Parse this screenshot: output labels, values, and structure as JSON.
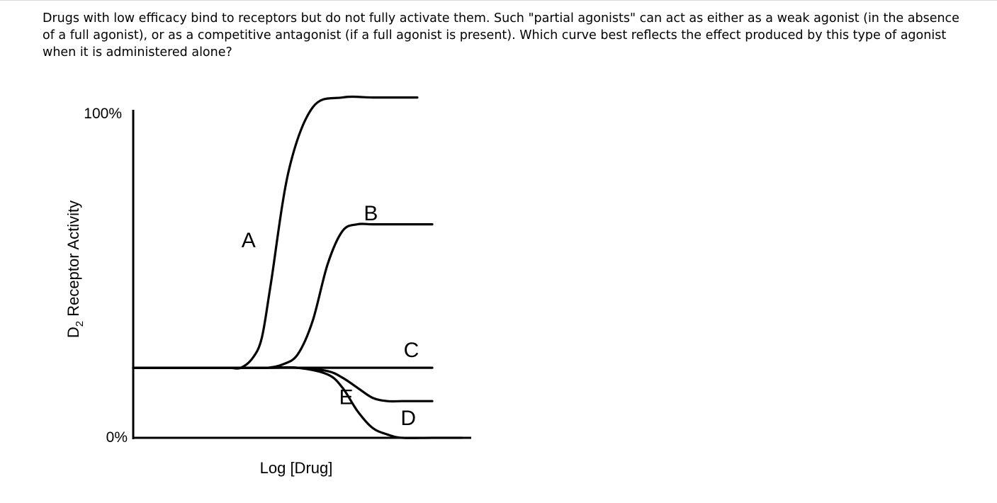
{
  "question": {
    "text": "Drugs with low efficacy bind to receptors but do not fully activate them. Such \"partial agonists\" can act as either as a weak agonist (in the absence of a full agonist), or as a competitive antagonist (if a full agonist is present). Which curve best reflects the effect produced by this type of agonist when it is administered alone?"
  },
  "chart_data": {
    "type": "line",
    "title": "",
    "xlabel": "Log [Drug]",
    "ylabel_main": "D",
    "ylabel_sub": "2",
    "ylabel_rest": " Receptor Activity",
    "yticks": [
      "100%",
      "0%"
    ],
    "ylim": [
      0,
      100
    ],
    "xlim": [
      0,
      10
    ],
    "grid": false,
    "legend": "none",
    "line_color": "#000000",
    "series": [
      {
        "name": "A",
        "x": [
          0,
          1,
          2,
          2.6,
          3.2,
          3.6,
          4.0,
          4.3,
          4.6,
          5.2,
          6,
          7,
          8,
          9,
          9.5
        ],
        "y": [
          21,
          21,
          21,
          21,
          21,
          21,
          24,
          30,
          46,
          80,
          99,
          102,
          102,
          102,
          102
        ]
      },
      {
        "name": "B",
        "x": [
          0,
          2,
          3,
          4,
          4.5,
          5,
          5.5,
          6,
          6.5,
          7,
          7.5,
          8,
          9,
          10
        ],
        "y": [
          21,
          21,
          21,
          21,
          21,
          22,
          25,
          35,
          52,
          62,
          64,
          64,
          64,
          64
        ]
      },
      {
        "name": "C",
        "x": [
          0,
          2,
          4,
          6,
          8,
          10
        ],
        "y": [
          21,
          21,
          21,
          21,
          21,
          21
        ]
      },
      {
        "name": "D",
        "x": [
          0,
          3,
          4.5,
          5.5,
          6.5,
          7,
          7.5,
          8,
          8.5,
          9,
          10
        ],
        "y": [
          21,
          21,
          21,
          21,
          20,
          18,
          15,
          12,
          11,
          11,
          11
        ]
      },
      {
        "name": "E",
        "x": [
          0,
          3,
          4.5,
          5.5,
          6.5,
          7,
          7.5,
          8,
          8.5,
          9,
          10,
          11
        ],
        "y": [
          21,
          21,
          21,
          21,
          19,
          15,
          8,
          3,
          1,
          0,
          0,
          0
        ]
      }
    ]
  }
}
